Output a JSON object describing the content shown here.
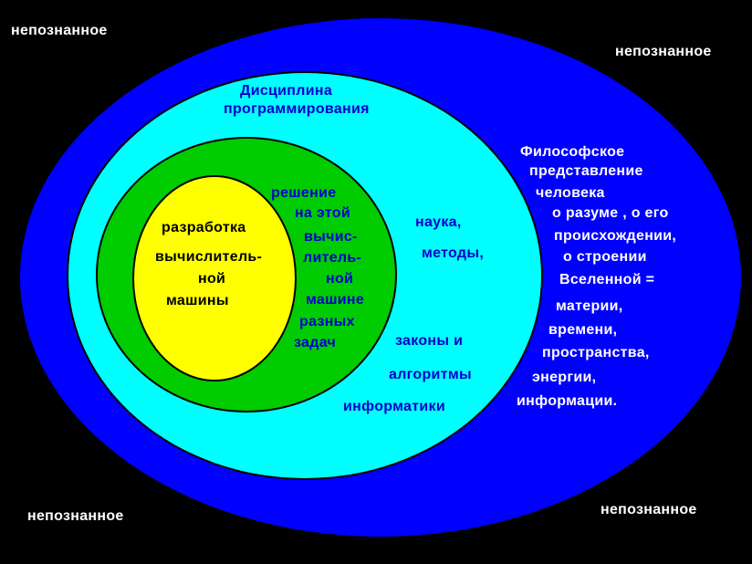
{
  "colors": {
    "background": "#000000",
    "outer": "#0000ff",
    "middle": "#00ffff",
    "inner": "#00cc00",
    "core": "#ffff00",
    "text_corner": "#ffffff",
    "text_outer": "#ffffff",
    "text_middle": "#0000cc",
    "text_inner": "#0000cc",
    "text_core": "#000000"
  },
  "corners": {
    "top_left": "непознанное",
    "top_right": "непознанное",
    "bottom_left": "непознанное",
    "bottom_right": "непознанное"
  },
  "outer": {
    "lines": [
      "Философское",
      "представление",
      "человека",
      "о разуме , о его",
      "происхождении,",
      "о строении",
      "Вселенной =",
      "материи,",
      "времени,",
      "пространства,",
      "энергии,",
      "информации."
    ]
  },
  "middle": {
    "title_lines": [
      "Дисциплина",
      "программирования"
    ],
    "lines": [
      "наука,",
      "методы,",
      "законы и",
      "алгоритмы",
      "информатики"
    ]
  },
  "inner": {
    "lines": [
      "решение",
      "на этой",
      "вычис-",
      "литель-",
      "ной",
      "машине",
      "разных",
      "задач"
    ]
  },
  "core": {
    "lines": [
      "разработка",
      "вычислитель-",
      "ной",
      "машины"
    ]
  }
}
